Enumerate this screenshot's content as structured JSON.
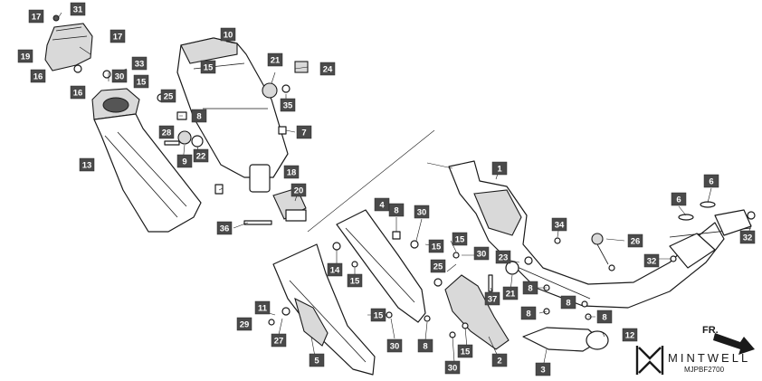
{
  "brand": {
    "name": "MINTWELL",
    "part_code": "MJPBF2700"
  },
  "direction_label": "FR.",
  "callouts": [
    {
      "id": "c1",
      "label": "1"
    },
    {
      "id": "c2",
      "label": "2"
    },
    {
      "id": "c3",
      "label": "3"
    },
    {
      "id": "c4",
      "label": "4"
    },
    {
      "id": "c5",
      "label": "5"
    },
    {
      "id": "c6a",
      "label": "6"
    },
    {
      "id": "c6b",
      "label": "6"
    },
    {
      "id": "c7",
      "label": "7"
    },
    {
      "id": "c8a",
      "label": "8"
    },
    {
      "id": "c8b",
      "label": "8"
    },
    {
      "id": "c8c",
      "label": "8"
    },
    {
      "id": "c8d",
      "label": "8"
    },
    {
      "id": "c8e",
      "label": "8"
    },
    {
      "id": "c8f",
      "label": "8"
    },
    {
      "id": "c8g",
      "label": "8"
    },
    {
      "id": "c9",
      "label": "9"
    },
    {
      "id": "c10",
      "label": "10"
    },
    {
      "id": "c11",
      "label": "11"
    },
    {
      "id": "c12",
      "label": "12"
    },
    {
      "id": "c13",
      "label": "13"
    },
    {
      "id": "c14",
      "label": "14"
    },
    {
      "id": "c15a",
      "label": "15"
    },
    {
      "id": "c15b",
      "label": "15"
    },
    {
      "id": "c15c",
      "label": "15"
    },
    {
      "id": "c15d",
      "label": "15"
    },
    {
      "id": "c15e",
      "label": "15"
    },
    {
      "id": "c15f",
      "label": "15"
    },
    {
      "id": "c15g",
      "label": "15"
    },
    {
      "id": "c16a",
      "label": "16"
    },
    {
      "id": "c16b",
      "label": "16"
    },
    {
      "id": "c17a",
      "label": "17"
    },
    {
      "id": "c17b",
      "label": "17"
    },
    {
      "id": "c18",
      "label": "18"
    },
    {
      "id": "c19",
      "label": "19"
    },
    {
      "id": "c20",
      "label": "20"
    },
    {
      "id": "c21a",
      "label": "21"
    },
    {
      "id": "c21b",
      "label": "21"
    },
    {
      "id": "c22",
      "label": "22"
    },
    {
      "id": "c23",
      "label": "23"
    },
    {
      "id": "c24",
      "label": "24"
    },
    {
      "id": "c25a",
      "label": "25"
    },
    {
      "id": "c25b",
      "label": "25"
    },
    {
      "id": "c26",
      "label": "26"
    },
    {
      "id": "c27",
      "label": "27"
    },
    {
      "id": "c28",
      "label": "28"
    },
    {
      "id": "c29",
      "label": "29"
    },
    {
      "id": "c30a",
      "label": "30"
    },
    {
      "id": "c30b",
      "label": "30"
    },
    {
      "id": "c30c",
      "label": "30"
    },
    {
      "id": "c30d",
      "label": "30"
    },
    {
      "id": "c30e",
      "label": "30"
    },
    {
      "id": "c31",
      "label": "31"
    },
    {
      "id": "c32a",
      "label": "32"
    },
    {
      "id": "c32b",
      "label": "32"
    },
    {
      "id": "c33",
      "label": "33"
    },
    {
      "id": "c34",
      "label": "34"
    },
    {
      "id": "c35",
      "label": "35"
    },
    {
      "id": "c36",
      "label": "36"
    },
    {
      "id": "c37",
      "label": "37"
    }
  ]
}
